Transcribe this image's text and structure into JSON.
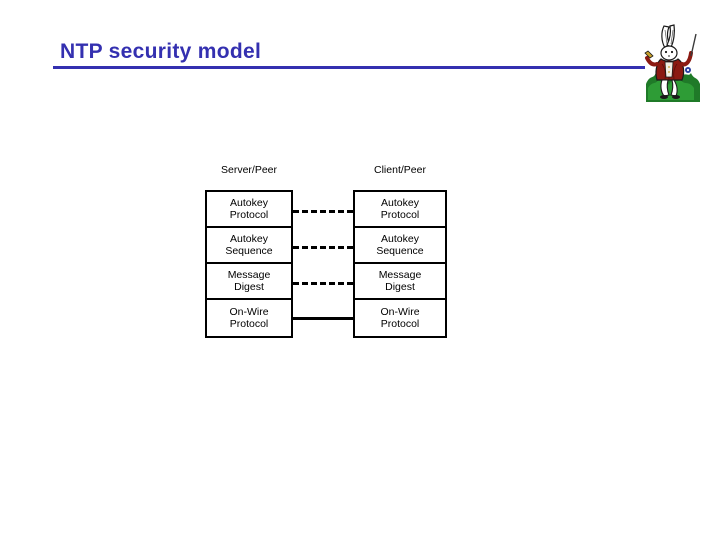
{
  "slide": {
    "title": "NTP security model",
    "title_color": "#3430b0",
    "background_color": "#ffffff"
  },
  "emblem": {
    "name": "white-rabbit-illustration",
    "alt": "White Rabbit",
    "colors": {
      "jacket": "#8b1a12",
      "grass": "#1f7a28",
      "fur": "#ffffff",
      "outline": "#1a1a1a",
      "accent": "#2a3fa0"
    }
  },
  "diagram": {
    "type": "layered-protocol-stack",
    "columns": [
      {
        "id": "server",
        "header": "Server/Peer",
        "layers": [
          {
            "line1": "Autokey",
            "line2": "Protocol"
          },
          {
            "line1": "Autokey",
            "line2": "Sequence"
          },
          {
            "line1": "Message",
            "line2": "Digest"
          },
          {
            "line1": "On-Wire",
            "line2": "Protocol"
          }
        ]
      },
      {
        "id": "client",
        "header": "Client/Peer",
        "layers": [
          {
            "line1": "Autokey",
            "line2": "Protocol"
          },
          {
            "line1": "Autokey",
            "line2": "Sequence"
          },
          {
            "line1": "Message",
            "line2": "Digest"
          },
          {
            "line1": "On-Wire",
            "line2": "Protocol"
          }
        ]
      }
    ],
    "connectors": [
      {
        "index": 0,
        "style": "dashed",
        "between": "Autokey Protocol"
      },
      {
        "index": 1,
        "style": "dashed",
        "between": "Autokey Sequence"
      },
      {
        "index": 2,
        "style": "dashed",
        "between": "Message Digest"
      },
      {
        "index": 3,
        "style": "solid",
        "between": "On-Wire Protocol"
      }
    ]
  }
}
